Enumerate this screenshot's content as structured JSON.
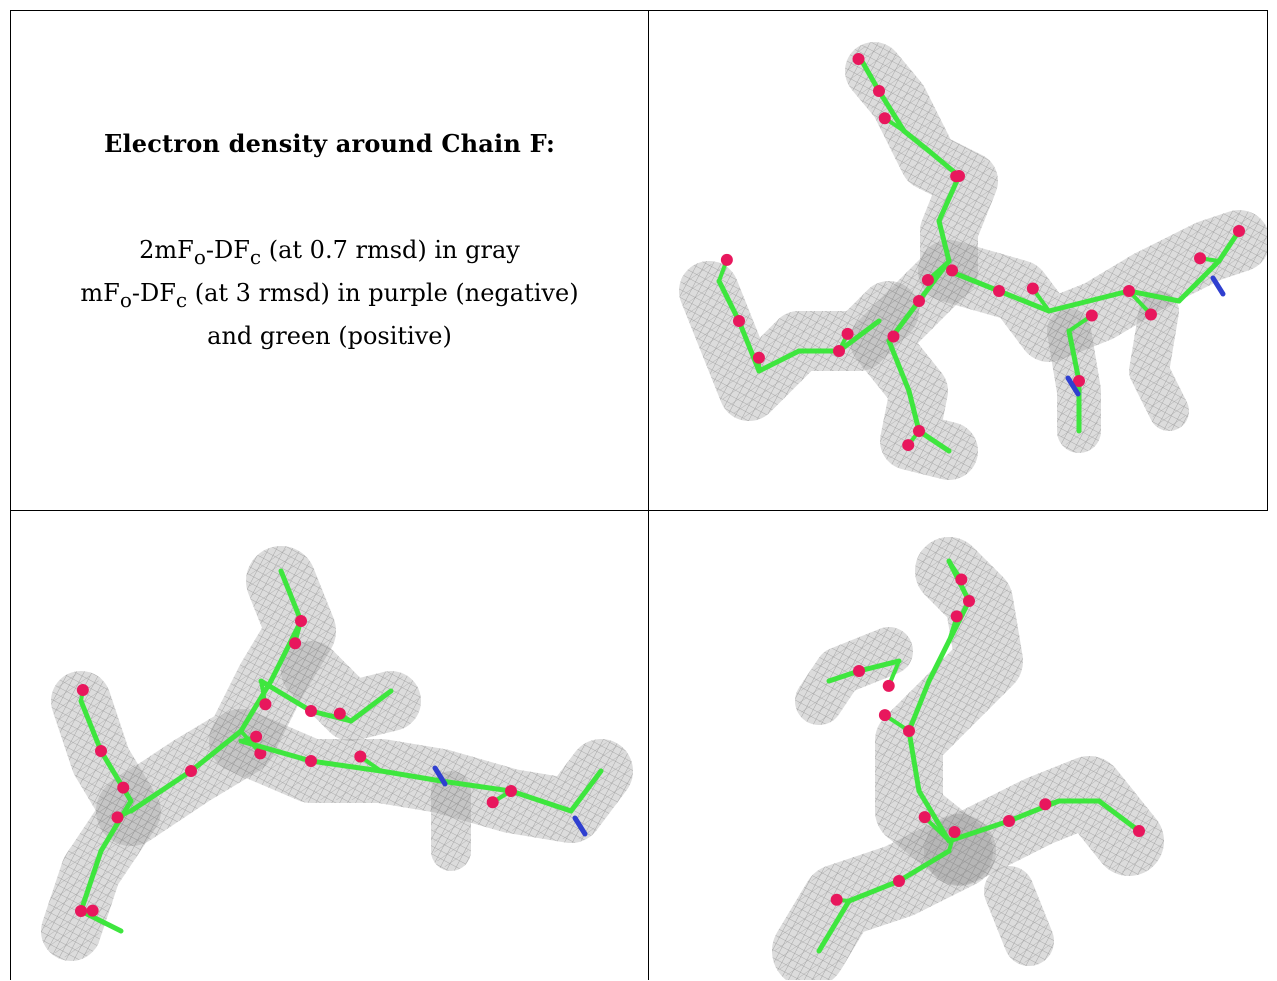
{
  "figure": {
    "title": "Electron density around Chain F:",
    "legend_lines": [
      {
        "pre": "2mF",
        "sub1": "o",
        "mid": "-DF",
        "sub2": "c",
        "post": " (at 0.7 rmsd) in gray"
      },
      {
        "pre": "mF",
        "sub1": "o",
        "mid": "-DF",
        "sub2": "c",
        "post": " (at 3 rmsd) in purple (negative)"
      },
      {
        "pre": "",
        "sub1": "",
        "mid": "",
        "sub2": "",
        "post": "and green (positive)"
      }
    ],
    "colors": {
      "density_mesh": "#9a9a9a",
      "carbon": "#3ee63e",
      "oxygen": "#e8175d",
      "nitrogen": "#2f3fd0",
      "negative_density": "#b020d0",
      "positive_density": "#22dd22"
    },
    "panels": [
      "top-right view",
      "bottom-left view",
      "bottom-right view"
    ]
  }
}
